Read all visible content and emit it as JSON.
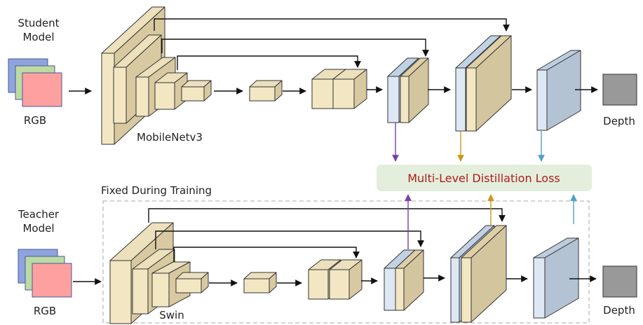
{
  "student": {
    "title_line1": "Student",
    "title_line2": "Model",
    "input_label": "RGB",
    "backbone_label": "MobileNetv3",
    "output_label": "Depth"
  },
  "teacher": {
    "title_line1": "Teacher",
    "title_line2": "Model",
    "input_label": "RGB",
    "backbone_label": "Swin",
    "output_label": "Depth",
    "frozen_label": "Fixed During Training"
  },
  "loss": {
    "label": "Multi-Level Distillation Loss"
  },
  "colors": {
    "encoder_block": "#f3e7c3",
    "encoder_side": "#d8c9a0",
    "decoder_feature_blue": "#dde8f4",
    "decoder_feature_tan": "#d3c59e",
    "head_block": "#b4c3d4",
    "output_gray": "#999999",
    "rgb_blue": "#8fa3dc",
    "rgb_green": "#bcdaa4",
    "rgb_red": "#ffa0a0",
    "loss_bg": "#e3efdc",
    "loss_text": "#b21a1a",
    "arrow_purple": "#7b3fa8",
    "arrow_gold": "#c99a18",
    "arrow_blue": "#4fa0c8"
  }
}
